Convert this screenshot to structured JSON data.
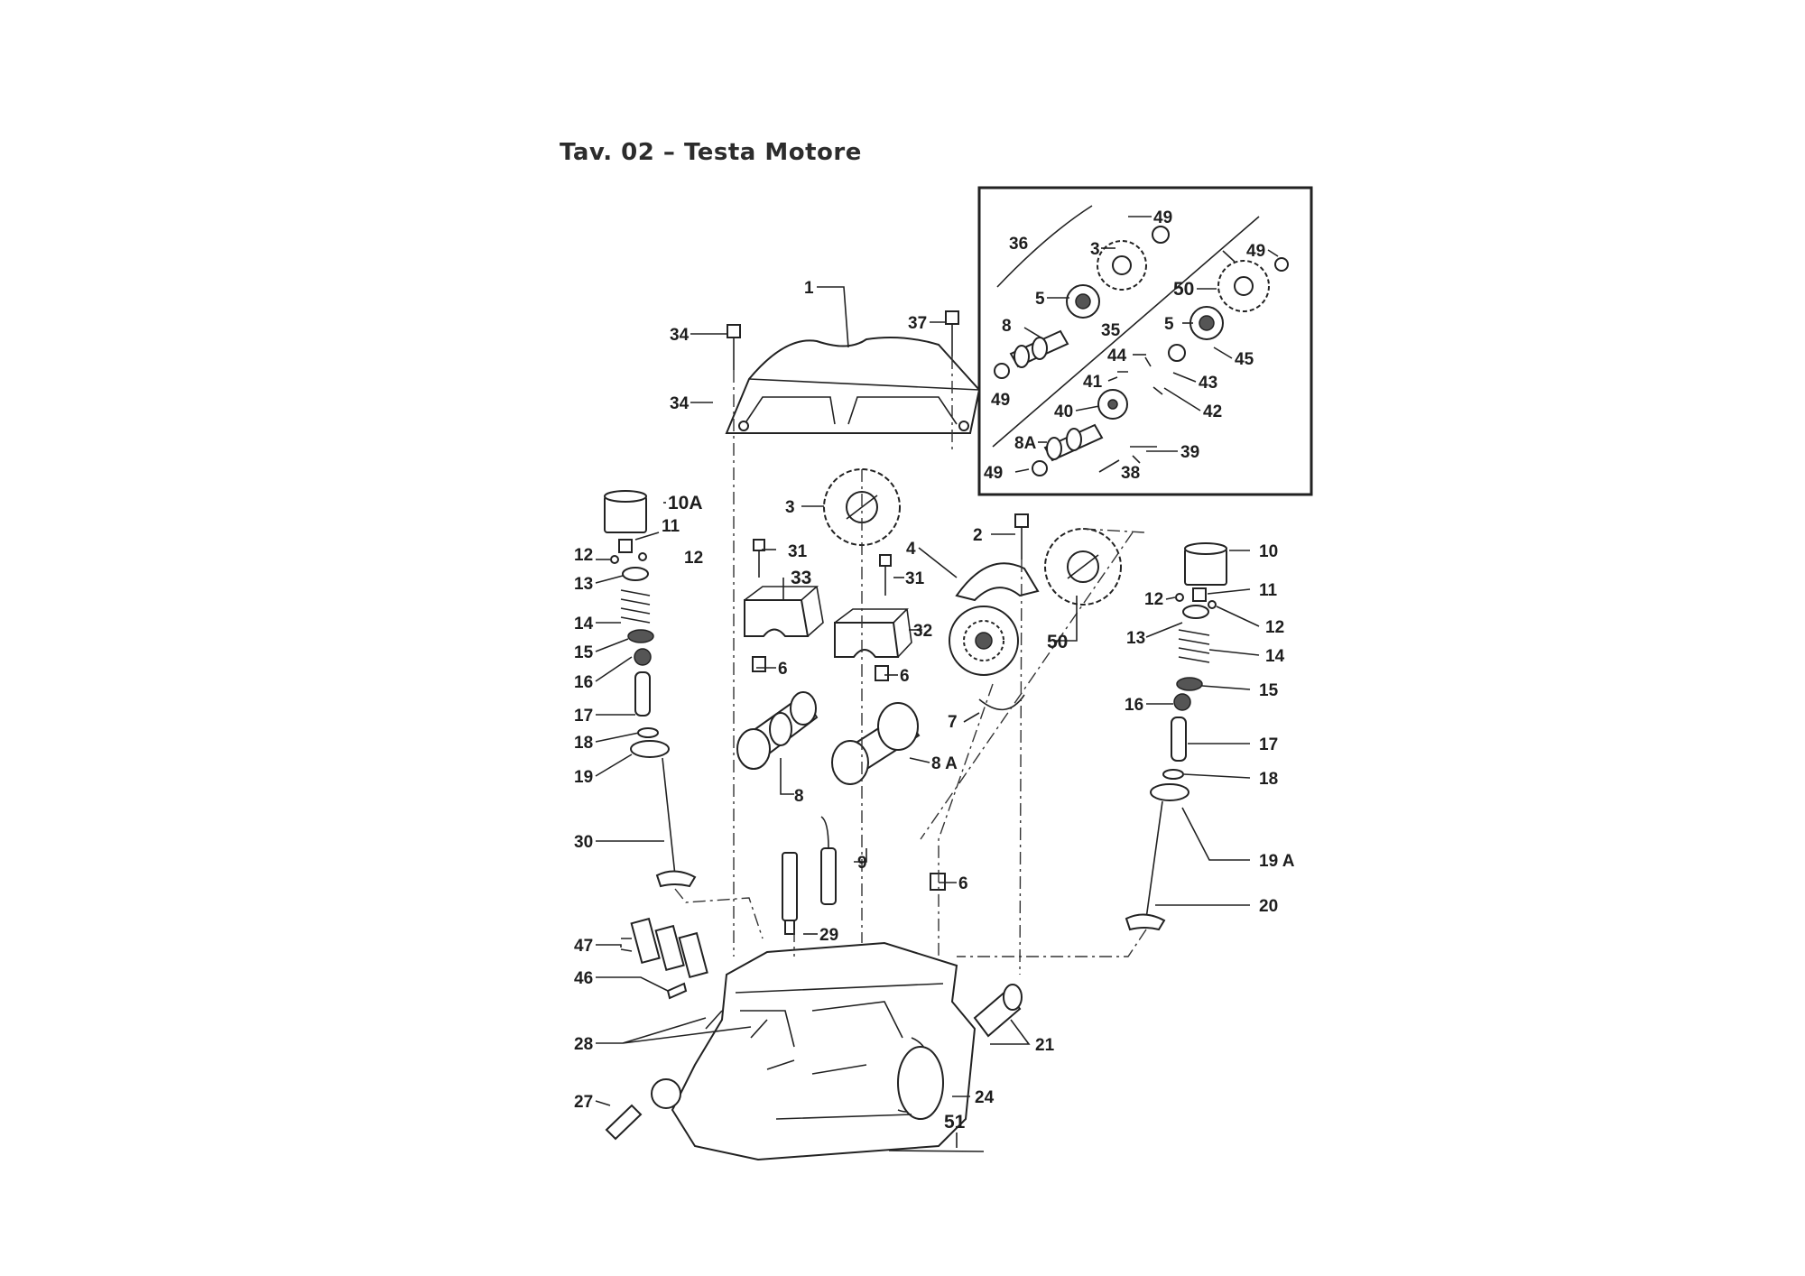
{
  "title": "Tav. 02 – Testa Motore",
  "callouts": {
    "c1": "1",
    "c2": "2",
    "c3": "3",
    "c3b": "3",
    "c4": "4",
    "c5a": "5",
    "c5b": "5",
    "c6a": "6",
    "c6b": "6",
    "c6c": "6",
    "c7": "7",
    "c8": "8",
    "c8i": "8",
    "c8A": "8 A",
    "c8Ai": "8A",
    "c9": "9",
    "c10": "10",
    "c10A": "10A",
    "c11a": "11",
    "c11b": "11",
    "c12a": "12",
    "c12b": "12",
    "c12c": "12",
    "c12d": "12",
    "c13a": "13",
    "c13b": "13",
    "c14a": "14",
    "c14b": "14",
    "c15a": "15",
    "c15b": "15",
    "c16a": "16",
    "c16b": "16",
    "c17a": "17",
    "c17b": "17",
    "c18a": "18",
    "c18b": "18",
    "c19": "19",
    "c19A": "19 A",
    "c20": "20",
    "c21": "21",
    "c24": "24",
    "c27": "27",
    "c28": "28",
    "c29": "29",
    "c30": "30",
    "c31a": "31",
    "c31b": "31",
    "c32": "32",
    "c33": "33",
    "c34a": "34",
    "c34b": "34",
    "c35": "35",
    "c36": "36",
    "c37": "37",
    "c38": "38",
    "c39": "39",
    "c40": "40",
    "c41": "41",
    "c42": "42",
    "c43": "43",
    "c44": "44",
    "c45": "45",
    "c46": "46",
    "c47": "47",
    "c49a": "49",
    "c49b": "49",
    "c49c": "49",
    "c49d": "49",
    "c50a": "50",
    "c50b": "50",
    "c51": "51"
  }
}
